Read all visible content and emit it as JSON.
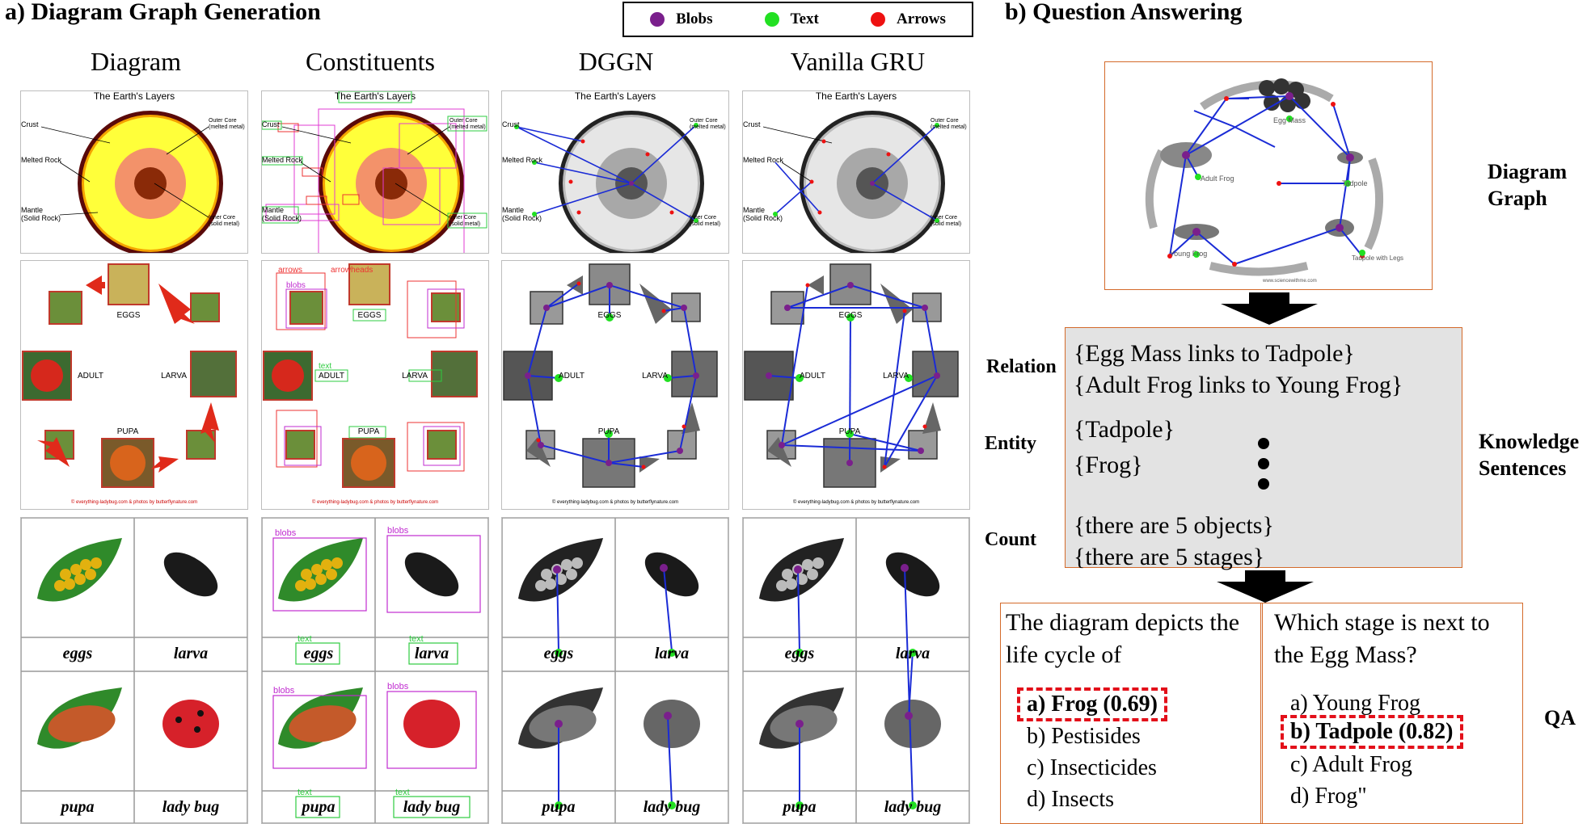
{
  "titles": {
    "left": "a) Diagram Graph Generation",
    "right": "b) Question Answering"
  },
  "legend": [
    {
      "label": "Blobs",
      "color": "#7a1f8c"
    },
    {
      "label": "Text",
      "color": "#22e022"
    },
    {
      "label": "Arrows",
      "color": "#ee1111"
    }
  ],
  "columns": [
    "Diagram",
    "Constituents",
    "DGGN",
    "Vanilla GRU"
  ],
  "earth": {
    "title": "The Earth's Layers",
    "labels": [
      "Crust",
      "Melted Rock",
      "Mantle",
      "(Solid  Rock)",
      "Outer Core",
      "(melted metal)",
      "Inner Core",
      "(solid metal)"
    ]
  },
  "ladybug": {
    "labels": [
      "EGGS",
      "LARVA",
      "PUPA",
      "ADULT"
    ],
    "footer": "© everything-ladybug.com  &  photos by butterflynature.com"
  },
  "grid": {
    "labels": [
      "eggs",
      "larva",
      "pupa",
      "lady bug"
    ]
  },
  "constituents": {
    "tags": [
      "text",
      "blobs",
      "arrows",
      "arrowheads"
    ]
  },
  "frog": {
    "labels": [
      "Egg Mass",
      "Adult Frog",
      "Tadpole",
      "Young Frog",
      "Tadpole with Legs"
    ],
    "credit": "www.sciencewithme.com"
  },
  "knowledge": {
    "lines": [
      "{Egg Mass links to Tadpole}",
      "{Adult Frog links to Young Frog}",
      "{Tadpole}",
      "{Frog}",
      "{there are 5 objects}",
      "{there are 5 stages}"
    ],
    "labels": {
      "relation": "Relation",
      "entity": "Entity",
      "count": "Count"
    },
    "right_label": [
      "Knowledge",
      "Sentences"
    ],
    "graph_label": [
      "Diagram",
      "Graph"
    ]
  },
  "qa": {
    "label": "QA",
    "q1": {
      "question": [
        "The diagram depicts the",
        "life cycle of"
      ],
      "answers": [
        "a) Frog (0.69)",
        "b) Pestisides",
        "c) Insecticides",
        "d) Insects"
      ],
      "selected": 0
    },
    "q2": {
      "question": [
        "Which stage is next to",
        "the Egg Mass?"
      ],
      "answers": [
        "a) Young Frog",
        "b) Tadpole (0.82)",
        "c) Adult Frog",
        "d) Frog\""
      ],
      "selected": 1
    }
  }
}
